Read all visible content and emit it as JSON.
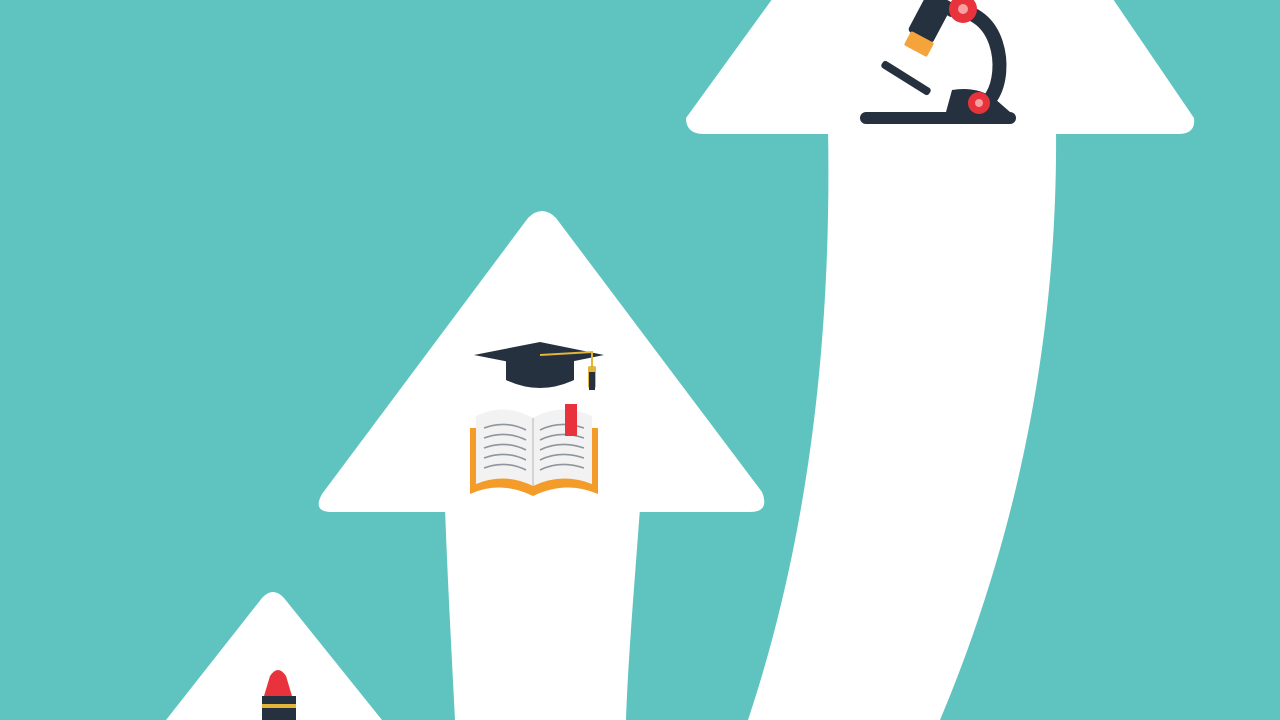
{
  "scene": {
    "background_color": "#5fc4c0",
    "arrow_color": "#ffffff",
    "arrows": [
      {
        "name": "small-arrow",
        "icon": "crayon-icon"
      },
      {
        "name": "medium-arrow",
        "icon": "graduation-cap-and-open-book-icon"
      },
      {
        "name": "large-arrow",
        "icon": "microscope-icon"
      }
    ]
  },
  "palette": {
    "navy": "#26313f",
    "red": "#e8333c",
    "orange": "#f5a33b",
    "book_orange": "#f39c2a",
    "gold": "#e3b43a",
    "page_gray": "#f2f2f2",
    "line_gray": "#8e959c"
  }
}
